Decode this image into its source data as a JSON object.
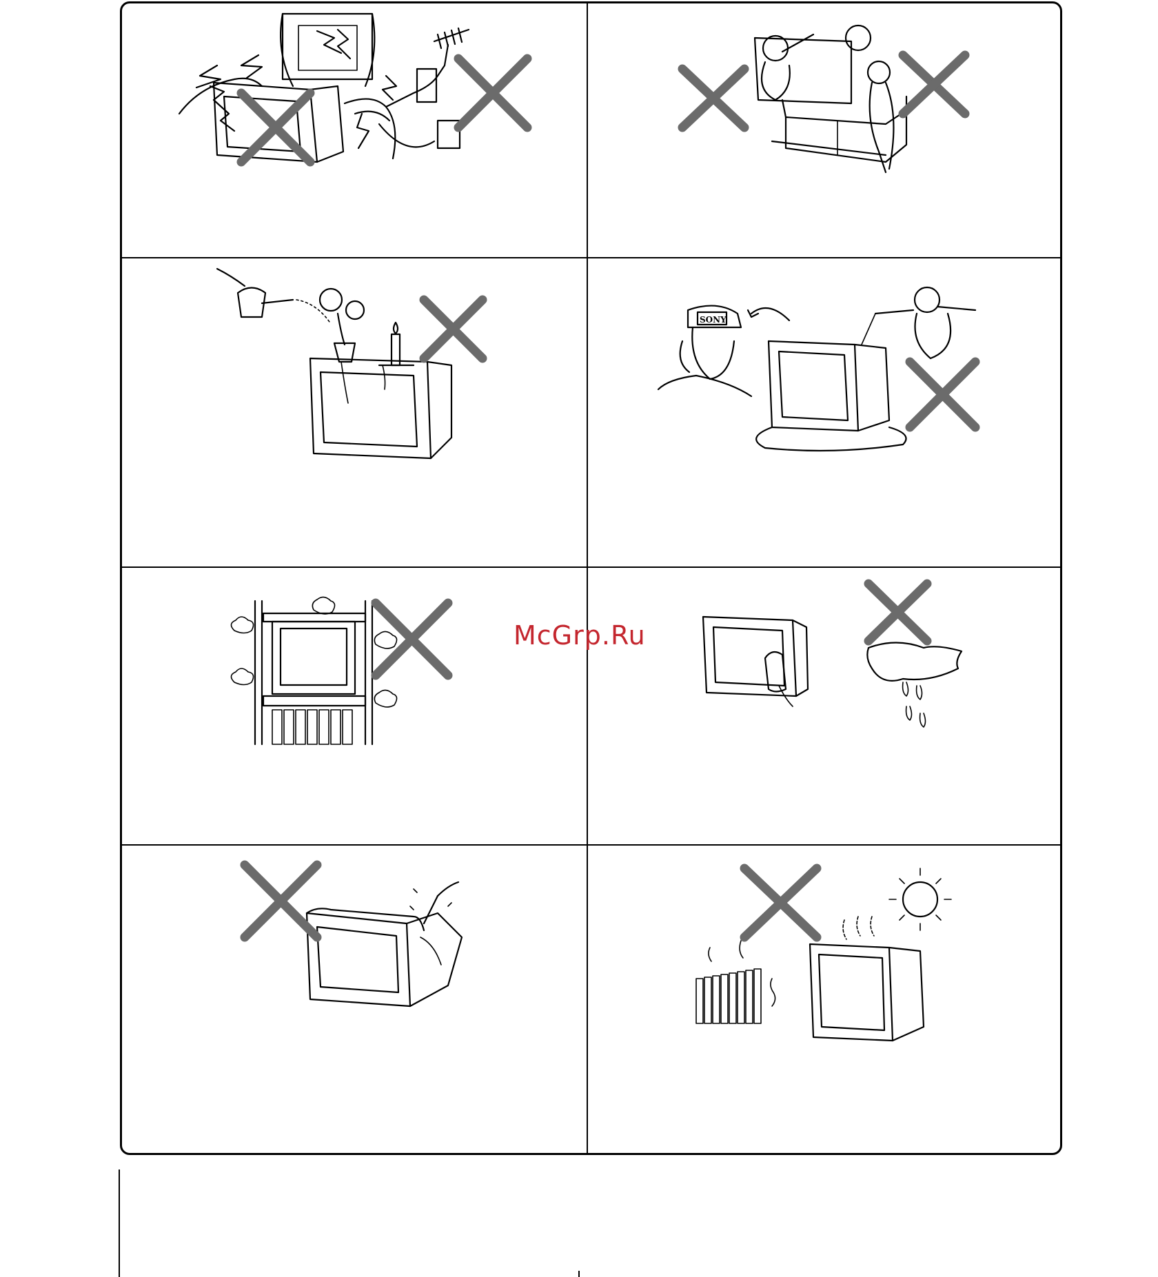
{
  "watermark": {
    "text": "McGrp.Ru",
    "color": "#c4262e"
  },
  "cross_color": "#6b6b6b",
  "panels": [
    {
      "id": "lightning",
      "icons": [
        "tv-icon",
        "lightning-icon",
        "antenna-icon",
        "wall-plug-icon",
        "hand-icon",
        "prohibited-cross-icon"
      ]
    },
    {
      "id": "children-climbing",
      "icons": [
        "tv-on-stand-icon",
        "child-icon",
        "prohibited-cross-icon"
      ]
    },
    {
      "id": "liquids-on-tv",
      "icons": [
        "watering-can-icon",
        "flower-pot-icon",
        "candle-icon",
        "tv-icon",
        "prohibited-cross-icon"
      ]
    },
    {
      "id": "call-service",
      "label": "SONY",
      "icons": [
        "service-man-phone-icon",
        "tv-wet-icon",
        "child-icon",
        "prohibited-cross-icon"
      ]
    },
    {
      "id": "ventilation",
      "icons": [
        "tv-in-cabinet-icon",
        "hot-air-icon",
        "books-icon",
        "prohibited-cross-icon"
      ]
    },
    {
      "id": "cleaning",
      "icons": [
        "tv-icon",
        "dry-cloth-icon",
        "wet-cloth-icon",
        "prohibited-cross-icon"
      ]
    },
    {
      "id": "do-not-open",
      "icons": [
        "tv-open-back-icon",
        "screwdriver-icon",
        "prohibited-cross-icon"
      ]
    },
    {
      "id": "heat-sources",
      "icons": [
        "radiator-icon",
        "sun-icon",
        "tv-icon",
        "prohibited-cross-icon"
      ]
    }
  ]
}
